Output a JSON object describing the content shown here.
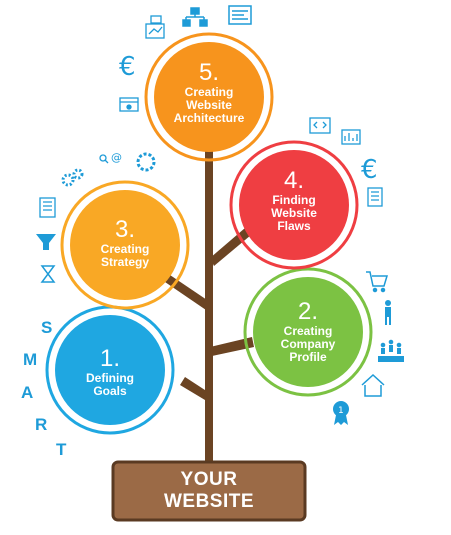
{
  "steps": [
    {
      "number": "1.",
      "label": "Defining\nGoals",
      "color": "#1fa7e1"
    },
    {
      "number": "2.",
      "label": "Creating\nCompany\nProfile",
      "color": "#7cc243"
    },
    {
      "number": "3.",
      "label": "Creating\nStrategy",
      "color": "#f9a825"
    },
    {
      "number": "4.",
      "label": "Finding\nWebsite\nFlaws",
      "color": "#ef3e42"
    },
    {
      "number": "5.",
      "label": "Creating\nWebsite\nArchitecture",
      "color": "#f7941d"
    }
  ],
  "smart_letters": [
    "S",
    "M",
    "A",
    "R",
    "T"
  ],
  "base": {
    "line1": "YOUR",
    "line2": "WEBSITE",
    "color": "#9b6a46",
    "border": "#5a3a22"
  },
  "trunk_color": "#6b4423",
  "icon_color": "#1e9bd7",
  "icons": [
    "sitemap-icon",
    "layout-icon",
    "flowchart-icon",
    "euro-icon",
    "browser-icon",
    "code-window-icon",
    "chart-icon",
    "euro-icon",
    "document-icon",
    "gears-icon",
    "search-icon",
    "at-icon",
    "refresh-icon",
    "document-icon",
    "funnel-icon",
    "hourglass-icon",
    "cart-icon",
    "person-icon",
    "people-icon",
    "home-chart-icon",
    "award-icon"
  ]
}
